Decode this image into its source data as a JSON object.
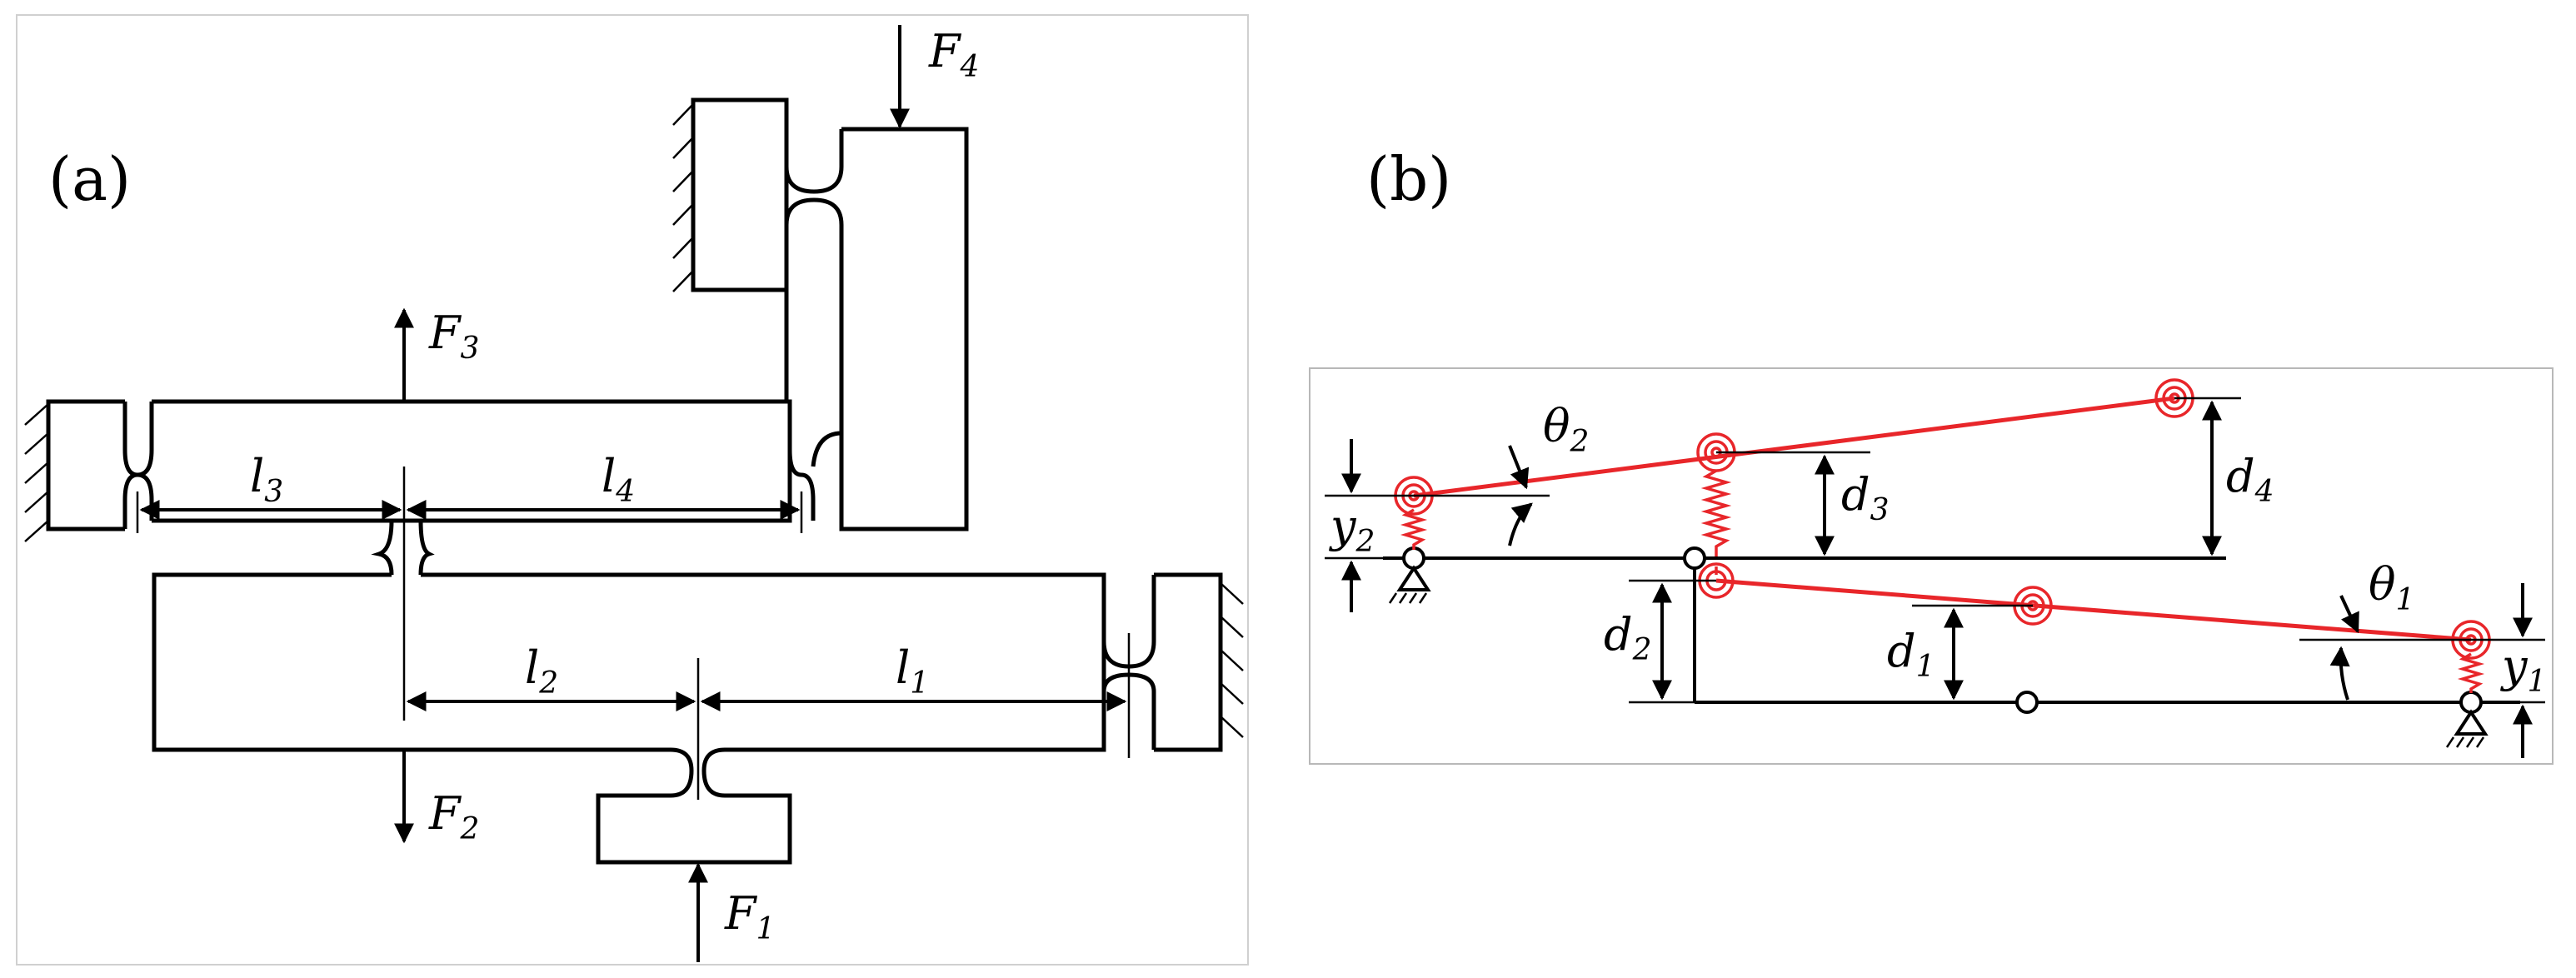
{
  "panel_a": {
    "tag": "(a)",
    "labels": {
      "F1": {
        "main": "F",
        "sub": "1"
      },
      "F2": {
        "main": "F",
        "sub": "2"
      },
      "F3": {
        "main": "F",
        "sub": "3"
      },
      "F4": {
        "main": "F",
        "sub": "4"
      },
      "l1": {
        "main": "l",
        "sub": "1"
      },
      "l2": {
        "main": "l",
        "sub": "2"
      },
      "l3": {
        "main": "l",
        "sub": "3"
      },
      "l4": {
        "main": "l",
        "sub": "4"
      }
    }
  },
  "panel_b": {
    "tag": "(b)",
    "labels": {
      "theta1": {
        "main": "θ",
        "sub": "1"
      },
      "theta2": {
        "main": "θ",
        "sub": "2"
      },
      "d1": {
        "main": "d",
        "sub": "1"
      },
      "d2": {
        "main": "d",
        "sub": "2"
      },
      "d3": {
        "main": "d",
        "sub": "3"
      },
      "d4": {
        "main": "d",
        "sub": "4"
      },
      "y1": {
        "main": "y",
        "sub": "1"
      },
      "y2": {
        "main": "y",
        "sub": "2"
      }
    }
  },
  "colors": {
    "links": "#e8262a",
    "structure": "#000000"
  }
}
